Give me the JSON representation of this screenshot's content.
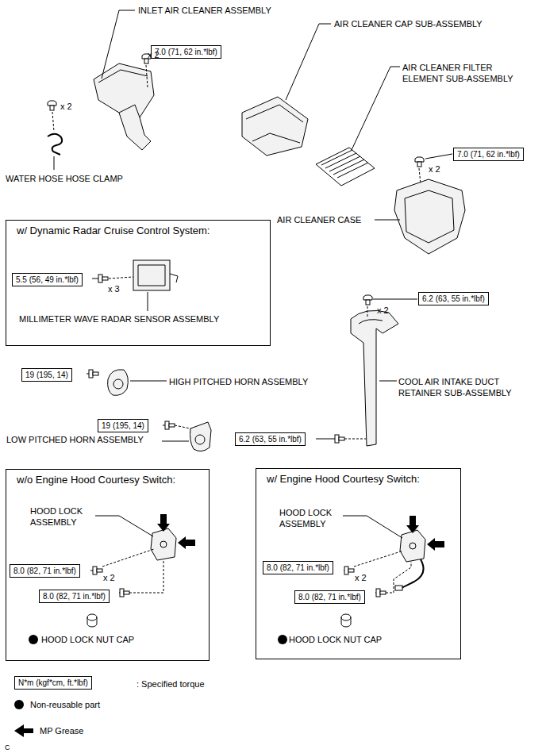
{
  "diagram": {
    "nodes": [
      {
        "text": [
          "7.0 (71, 62 in.*lbf)"
        ]
      },
      {
        "text": [
          "7.0 (71, 62 in.*lbf)"
        ]
      },
      {
        "text": [
          "w/ Dynamic Radar Cruise Control System:"
        ]
      },
      {
        "text": [
          "5.5 (56, 49 in.*lbf)"
        ],
        "in": 2
      },
      {
        "text": [
          "6.2 (63, 55 in.*lbf)"
        ]
      },
      {
        "text": [
          "19 (195, 14)"
        ]
      },
      {
        "text": [
          "19 (195, 14)"
        ]
      },
      {
        "text": [
          "6.2 (63, 55 in.*lbf)"
        ]
      },
      {
        "text": [
          "w/o Engine Hood Courtesy Switch:"
        ]
      },
      {
        "text": [
          "8.0 (82, 71 in.*lbf)"
        ],
        "in": 8
      },
      {
        "text": [
          "8.0 (82, 71 in.*lbf)"
        ],
        "in": 8
      },
      {
        "text": [
          "w/ Engine Hood Courtesy Switch:"
        ]
      },
      {
        "text": [
          "8.0 (82, 71 in.*lbf)"
        ],
        "in": 11
      },
      {
        "text": [
          "8.0 (82, 71 in.*lbf)"
        ],
        "in": 11
      },
      {
        "text": [
          "N*m (kgf*cm, ft.*lbf)"
        ]
      }
    ],
    "labels": [
      "INLET AIR CLEANER ASSEMBLY",
      "x 2",
      "AIR CLEANER CAP SUB-ASSEMBLY",
      "AIR CLEANER FILTER ELEMENT SUB-ASSEMBLY",
      "x 2",
      "WATER HOSE HOSE CLAMP",
      "x 2",
      "AIR CLEANER CASE",
      "MILLIMETER WAVE RADAR SENSOR ASSEMBLY",
      "x 3",
      "x 2",
      "HIGH PITCHED HORN ASSEMBLY",
      "COOL AIR INTAKE DUCT RETAINER SUB-ASSEMBLY",
      "LOW PITCHED HORN ASSEMBLY",
      "HOOD LOCK ASSEMBLY",
      "x 2",
      "HOOD LOCK NUT CAP",
      "HOOD LOCK ASSEMBLY",
      "x 2",
      "HOOD LOCK NUT CAP",
      "C"
    ],
    "legend": [
      {
        "text": ": Specified torque"
      },
      {
        "text": "Non-reusable part"
      },
      {
        "text": "MP Grease"
      }
    ]
  }
}
